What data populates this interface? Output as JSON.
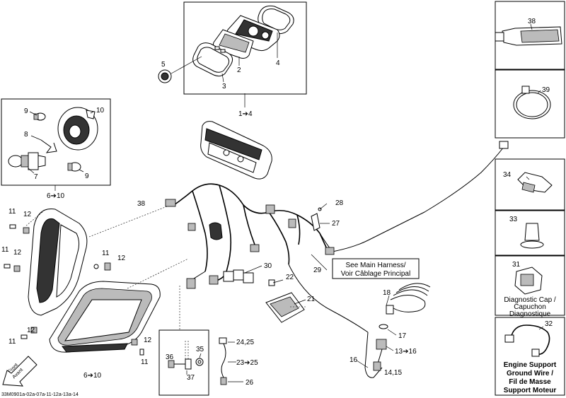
{
  "callouts": {
    "c1_4": "1➔4",
    "c2": "2",
    "c3": "3",
    "c4": "4",
    "c5": "5",
    "c6_10_top": "6➔10",
    "c6_10_bottom": "6➔10",
    "c7": "7",
    "c8": "8",
    "c9a": "9",
    "c9b": "9",
    "c10": "10",
    "c11a": "11",
    "c11b": "11",
    "c11c": "11",
    "c11d": "11",
    "c11e": "11",
    "c12a": "12",
    "c12b": "12",
    "c12c": "12",
    "c12d": "12",
    "c12e": "12",
    "c13_16": "13➔16",
    "c14_15": "14,15",
    "c16": "16",
    "c17": "17",
    "c18": "18",
    "c21": "21",
    "c22": "22",
    "c23_25": "23➔25",
    "c24_25": "24,25",
    "c26": "26",
    "c27": "27",
    "c28": "28",
    "c29": "29",
    "c30": "30",
    "c31": "31",
    "c32": "32",
    "c33": "33",
    "c34": "34",
    "c35": "35",
    "c36": "36",
    "c37": "37",
    "c38_main": "38",
    "c38_box": "38",
    "c39": "39"
  },
  "notes": {
    "main_harness_line1": "See Main Harness/",
    "main_harness_line2": "Voir Câblage Principal",
    "diag_cap_line1": "Diagnostic Cap /",
    "diag_cap_line2": "Capuchon",
    "diag_cap_line3": "Diagnostique",
    "ground_line1": "Engine Support",
    "ground_line2": "Ground Wire /",
    "ground_line3": "Fil de Masse",
    "ground_line4": "Support Moteur",
    "front_line1": "Front",
    "front_line2": "Avant",
    "drawing_number": "33M0901a-02a-07a-11-12a-13a-14"
  }
}
